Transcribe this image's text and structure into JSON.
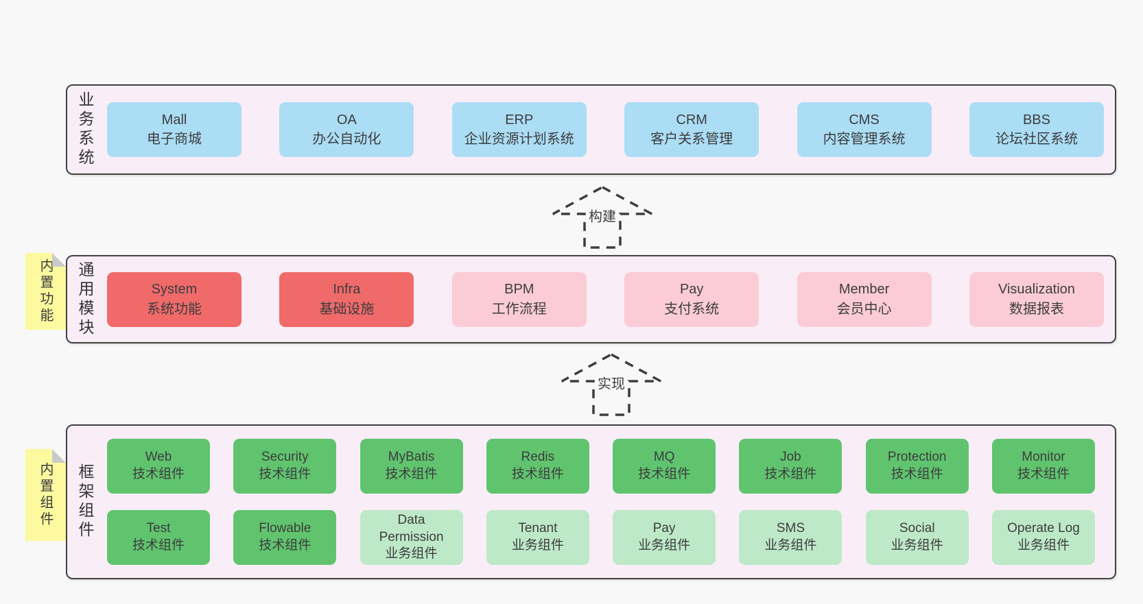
{
  "palette": {
    "page_bg": "#f8f8f8",
    "layer_bg": "#f9eef7",
    "layer_border": "#414141",
    "blue_box": "#abddf5",
    "red_box": "#f06a6a",
    "pink_box": "#fbccd5",
    "green_box": "#60c46f",
    "light_green_box": "#bee9c8",
    "note_bg": "#fcf99f",
    "note_fold": "#c9c9c9",
    "text": "#3d3d3d",
    "arrow": "#3d3d3d"
  },
  "layers": {
    "business": {
      "label": "业务系统",
      "boxes": [
        {
          "en": "Mall",
          "cn": "电子商城"
        },
        {
          "en": "OA",
          "cn": "办公自动化"
        },
        {
          "en": "ERP",
          "cn": "企业资源计划系统"
        },
        {
          "en": "CRM",
          "cn": "客户关系管理"
        },
        {
          "en": "CMS",
          "cn": "内容管理系统"
        },
        {
          "en": "BBS",
          "cn": "论坛社区系统"
        }
      ]
    },
    "modules": {
      "label": "通用模块",
      "note": "内置功能",
      "boxes": [
        {
          "en": "System",
          "cn": "系统功能"
        },
        {
          "en": "Infra",
          "cn": "基础设施"
        },
        {
          "en": "BPM",
          "cn": "工作流程"
        },
        {
          "en": "Pay",
          "cn": "支付系统"
        },
        {
          "en": "Member",
          "cn": "会员中心"
        },
        {
          "en": "Visualization",
          "cn": "数据报表"
        }
      ]
    },
    "components": {
      "label": "框架组件",
      "note": "内置组件",
      "row1": [
        {
          "en": "Web",
          "cn": "技术组件"
        },
        {
          "en": "Security",
          "cn": "技术组件"
        },
        {
          "en": "MyBatis",
          "cn": "技术组件"
        },
        {
          "en": "Redis",
          "cn": "技术组件"
        },
        {
          "en": "MQ",
          "cn": "技术组件"
        },
        {
          "en": "Job",
          "cn": "技术组件"
        },
        {
          "en": "Protection",
          "cn": "技术组件"
        },
        {
          "en": "Monitor",
          "cn": "技术组件"
        }
      ],
      "row2": [
        {
          "en": "Test",
          "cn": "技术组件"
        },
        {
          "en": "Flowable",
          "cn": "技术组件"
        },
        {
          "en": "Data Permission",
          "cn": "业务组件"
        },
        {
          "en": "Tenant",
          "cn": "业务组件"
        },
        {
          "en": "Pay",
          "cn": "业务组件"
        },
        {
          "en": "SMS",
          "cn": "业务组件"
        },
        {
          "en": "Social",
          "cn": "业务组件"
        },
        {
          "en": "Operate Log",
          "cn": "业务组件"
        }
      ]
    }
  },
  "arrows": {
    "build": "构建",
    "implement": "实现"
  }
}
